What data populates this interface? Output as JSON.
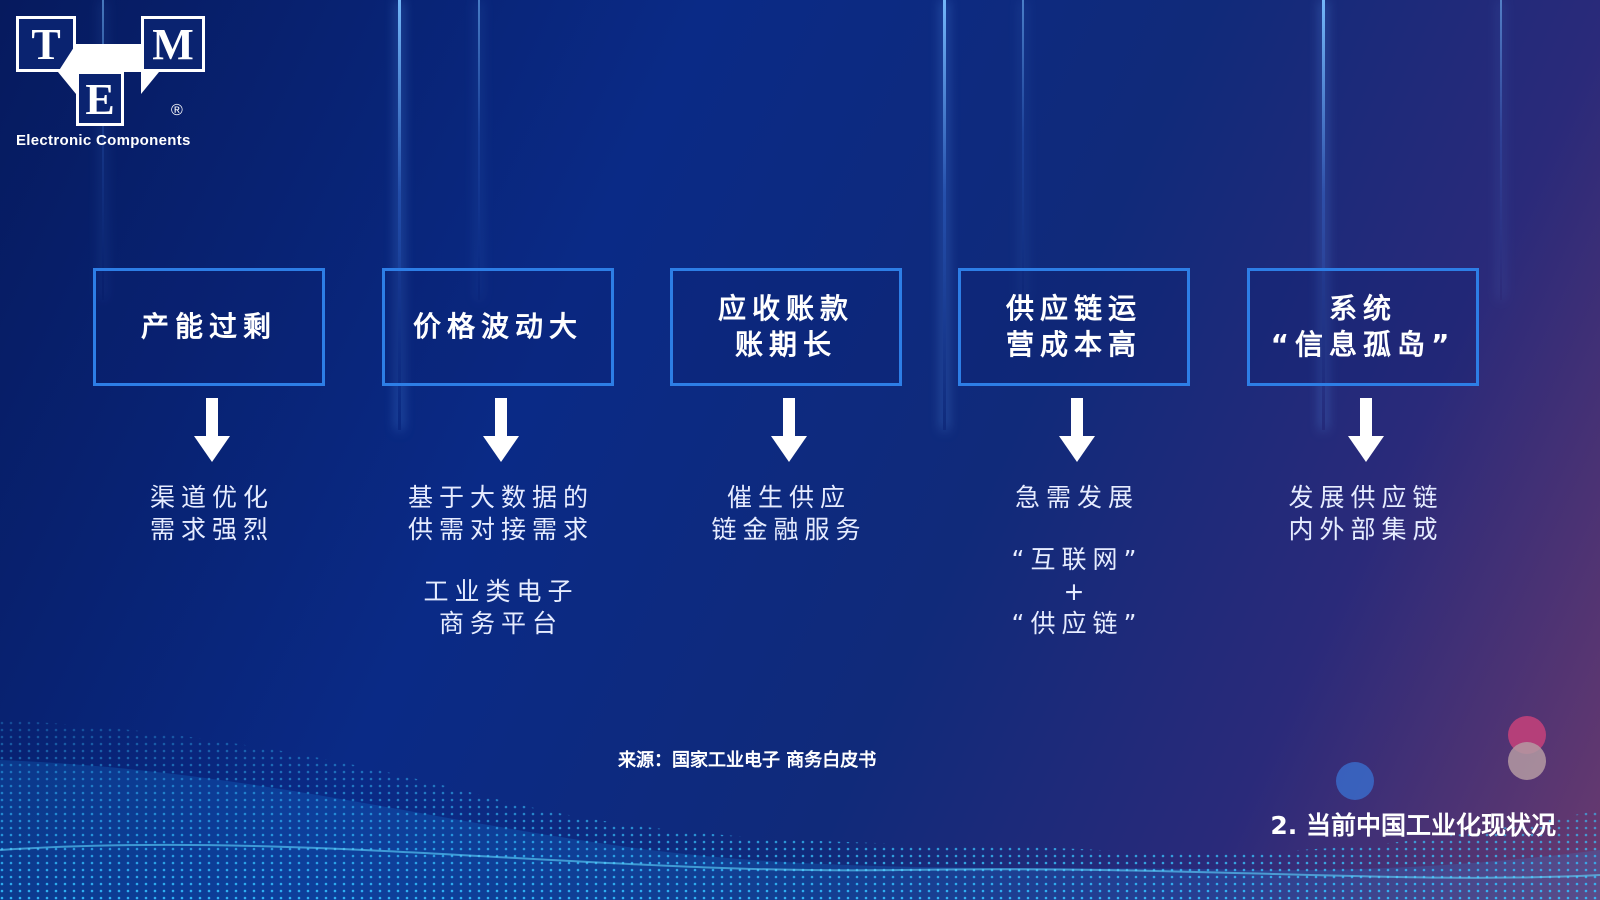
{
  "logo": {
    "letters": [
      "T",
      "M",
      "E"
    ],
    "registered": "®",
    "tagline": "Electronic Components"
  },
  "columns": [
    {
      "box": [
        "产能过剩"
      ],
      "desc": [
        [
          "渠道优化",
          "需求强烈"
        ]
      ]
    },
    {
      "box": [
        "价格波动大"
      ],
      "desc": [
        [
          "基于大数据的",
          "供需对接需求"
        ],
        [
          "工业类电子",
          "商务平台"
        ]
      ]
    },
    {
      "box": [
        "应收账款",
        "账期长"
      ],
      "desc": [
        [
          "催生供应",
          "链金融服务"
        ]
      ]
    },
    {
      "box": [
        "供应链运",
        "营成本高"
      ],
      "desc": [
        [
          "急需发展"
        ],
        [
          "“互联网”",
          "+",
          "“供应链”"
        ]
      ]
    },
    {
      "box": [
        "系统",
        "“信息孤岛”"
      ],
      "desc": [
        [
          "发展供应链",
          "内外部集成"
        ]
      ]
    }
  ],
  "source": "来源：国家工业电子 商务白皮书",
  "section_title": "2. 当前中国工业化现状况",
  "colors": {
    "box_border": "#2d7ee6",
    "background_dark": "#061a5e",
    "dot_pink": "#c0407a",
    "dot_gray": "#b49aa2",
    "dot_blue": "#3a6ac8"
  }
}
